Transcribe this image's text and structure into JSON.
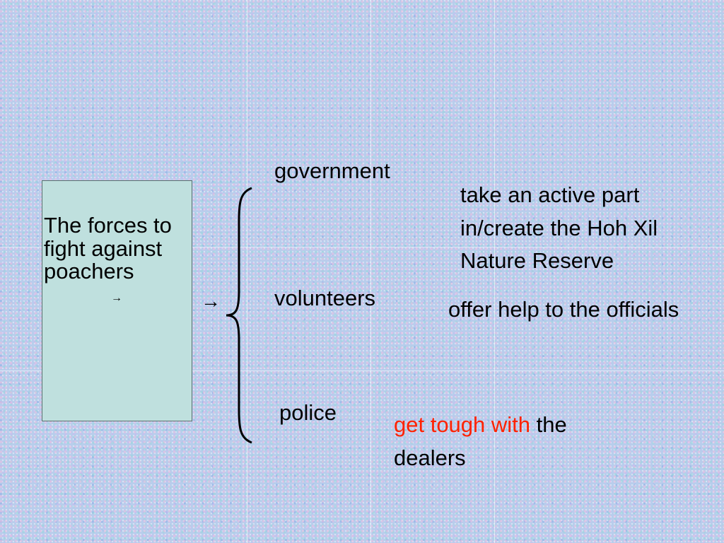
{
  "left_box": {
    "text": "The forces to fight against poachers",
    "inner_arrow": "→"
  },
  "connector": {
    "arrow": "→"
  },
  "branches": [
    {
      "label": "government",
      "action": "take an active part in/create the Hoh Xil Nature Reserve"
    },
    {
      "label": "volunteers",
      "action": "offer help to the officials"
    },
    {
      "label": "police",
      "action_highlight": "get tough with",
      "action_rest": " the dealers"
    }
  ],
  "colors": {
    "box_fill": "#bfe0de",
    "highlight": "#ff2200",
    "text": "#000000"
  }
}
